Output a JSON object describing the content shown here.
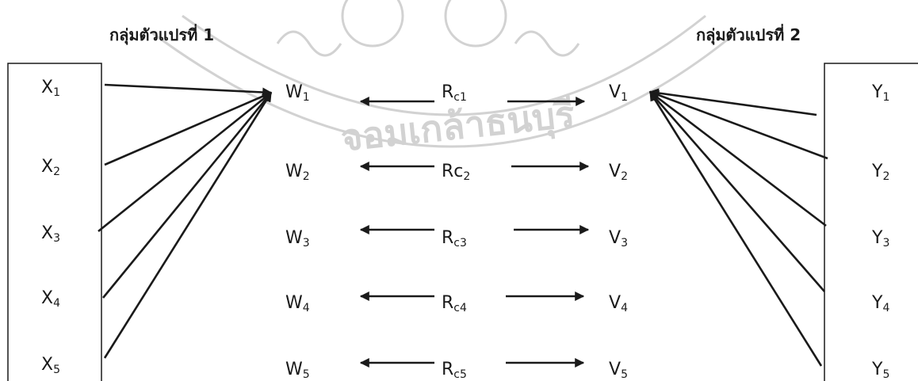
{
  "groups": {
    "left_title": "กลุ่มตัวแปรที่ 1",
    "right_title": "กลุ่มตัวแปรที่ 2"
  },
  "rows": [
    {
      "x": {
        "base": "X",
        "sub": "1"
      },
      "w": {
        "base": "W",
        "sub": "1"
      },
      "rc": {
        "base": "R",
        "sub": "c1"
      },
      "v": {
        "base": "V",
        "sub": "1"
      },
      "y": {
        "base": "Y",
        "sub": "1"
      }
    },
    {
      "x": {
        "base": "X",
        "sub": "2"
      },
      "w": {
        "base": "W",
        "sub": "2"
      },
      "rc": {
        "base": "Rc",
        "sub": "2"
      },
      "v": {
        "base": "V",
        "sub": "2"
      },
      "y": {
        "base": "Y",
        "sub": "2"
      }
    },
    {
      "x": {
        "base": "X",
        "sub": "3"
      },
      "w": {
        "base": "W",
        "sub": "3"
      },
      "rc": {
        "base": "R",
        "sub": "c3"
      },
      "v": {
        "base": "V",
        "sub": "3"
      },
      "y": {
        "base": "Y",
        "sub": "3"
      }
    },
    {
      "x": {
        "base": "X",
        "sub": "4"
      },
      "w": {
        "base": "W",
        "sub": "4"
      },
      "rc": {
        "base": "R",
        "sub": "c4"
      },
      "v": {
        "base": "V",
        "sub": "4"
      },
      "y": {
        "base": "Y",
        "sub": "4"
      }
    },
    {
      "x": {
        "base": "X",
        "sub": "5"
      },
      "w": {
        "base": "W",
        "sub": "5"
      },
      "rc": {
        "base": "R",
        "sub": "c5"
      },
      "v": {
        "base": "V",
        "sub": "5"
      },
      "y": {
        "base": "Y",
        "sub": "5"
      }
    }
  ],
  "watermark": {
    "text": "จอมเกล้าธนบุรี",
    "color": "#cfcfcf"
  },
  "colors": {
    "ink": "#1a1a1a"
  }
}
